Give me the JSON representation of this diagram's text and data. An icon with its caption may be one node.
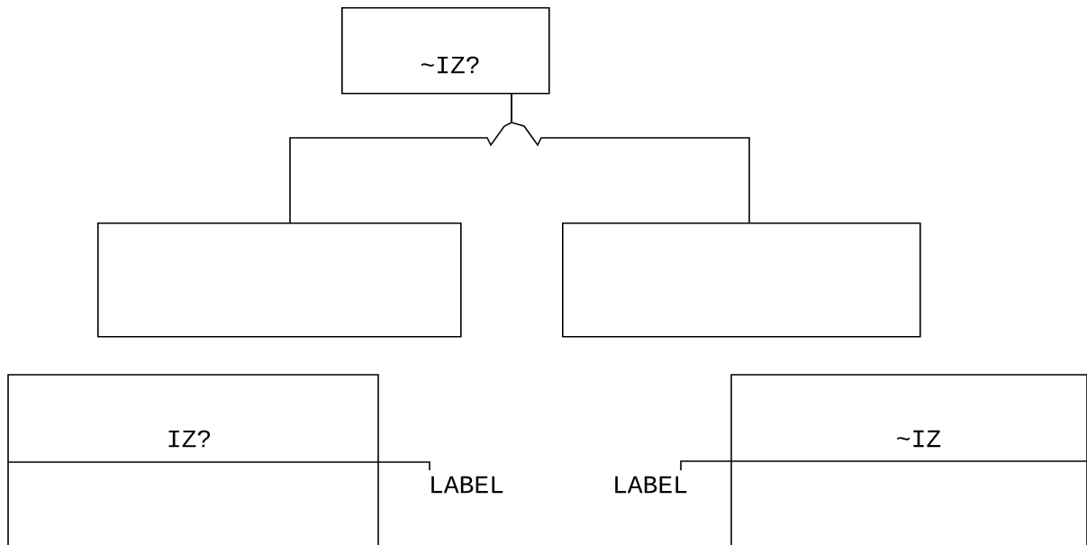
{
  "diagram": {
    "nodes": [
      {
        "text": [
          "~IZ?"
        ]
      },
      {
        "text": [],
        "shape": "box"
      },
      {
        "text": [],
        "shape": "box"
      },
      {
        "text": [
          "IZ?"
        ]
      },
      {
        "text": [
          "~IZ"
        ]
      },
      {
        "text": [
          "LABEL"
        ]
      },
      {
        "text": [
          "LABEL"
        ]
      }
    ],
    "edges": [
      {
        "from": 0,
        "to": 1,
        "arrow": "none"
      },
      {
        "from": 0,
        "to": 2,
        "arrow": "none"
      },
      {
        "from": 5,
        "to": 3,
        "arrow": "none"
      },
      {
        "from": 6,
        "to": 4,
        "arrow": "none"
      }
    ]
  }
}
